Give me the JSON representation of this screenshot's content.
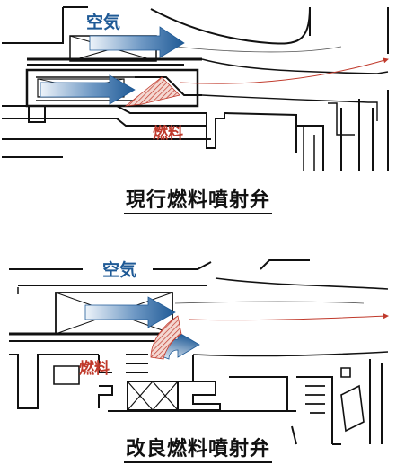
{
  "top": {
    "air_label": "空気",
    "fuel_label": "燃料",
    "caption": "現行燃料噴射弁"
  },
  "bottom": {
    "air_label": "空気",
    "fuel_label": "燃料",
    "caption": "改良燃料噴射弁"
  },
  "colors": {
    "air_blue": "#1f5a96",
    "fuel_red": "#c0392b",
    "line": "#111111"
  }
}
